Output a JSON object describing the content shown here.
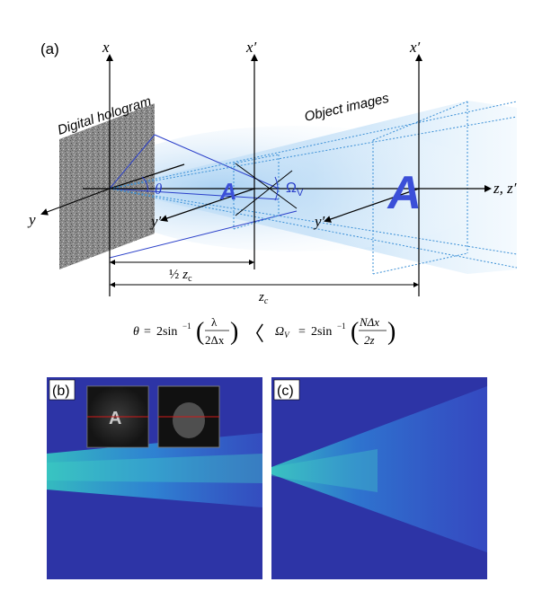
{
  "panel_a": {
    "label": "(a)",
    "axis_x": "x",
    "axis_y": "y",
    "axis_x_prime_1": "x′",
    "axis_x_prime_2": "x′",
    "axis_y_prime_1": "y′",
    "axis_y_prime_2": "y′",
    "axis_z": "z, z′",
    "hologram_label": "Digital hologram",
    "object_images_label": "Object images",
    "theta_symbol": "θ",
    "omega_symbol": "Ω",
    "omega_subscript": "V",
    "letter_small": "A",
    "letter_large": "A",
    "half_distance_prefix": "½",
    "distance_symbol": "z",
    "distance_subscript": "c",
    "full_distance_symbol": "z",
    "full_distance_subscript": "c"
  },
  "formula": {
    "theta": "θ",
    "equals": "=",
    "coef": "2sin",
    "exponent": "−1",
    "left_numerator": "λ",
    "left_denominator": "2Δx",
    "relation": "〈",
    "omega": "Ω",
    "omega_subscript": "V",
    "right_numerator": "NΔx",
    "right_denominator": "2z"
  },
  "panel_b": {
    "label": "(b)",
    "inset1_letter": "A"
  },
  "panel_c": {
    "label": "(c)"
  },
  "colors": {
    "axis": "#000000",
    "accent_blue": "#3b4fd8",
    "beam_light": "#cfe6f8",
    "dashed": "#3a8fd6",
    "plot_background": "#2a2f9e",
    "plot_signal": "#28b4c8",
    "inset_line": "#d11a1a"
  }
}
